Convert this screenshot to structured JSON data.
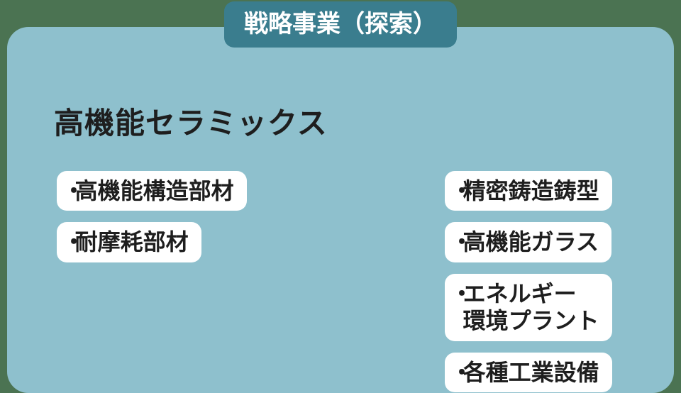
{
  "badge": {
    "label": "戦略事業（探索）"
  },
  "panel": {
    "title": "高機能セラミックス",
    "columns": {
      "left": {
        "items": [
          {
            "bullet": "・",
            "text": "高機能構造部材"
          },
          {
            "bullet": "・",
            "text": "耐摩耗部材"
          }
        ]
      },
      "right": {
        "items": [
          {
            "bullet": "・",
            "text": "精密鋳造鋳型"
          },
          {
            "bullet": "・",
            "text": "高機能ガラス"
          },
          {
            "bullet": "・",
            "text": "エネルギー\n環境プラント"
          },
          {
            "bullet": "・",
            "text": "各種工業設備"
          }
        ]
      }
    }
  },
  "colors": {
    "page_background": "#4b7352",
    "panel_background": "#8ec0cd",
    "badge_background": "#3a7d8e",
    "badge_text": "#ffffff",
    "item_background": "#ffffff",
    "text_color": "#1e1e1e"
  }
}
